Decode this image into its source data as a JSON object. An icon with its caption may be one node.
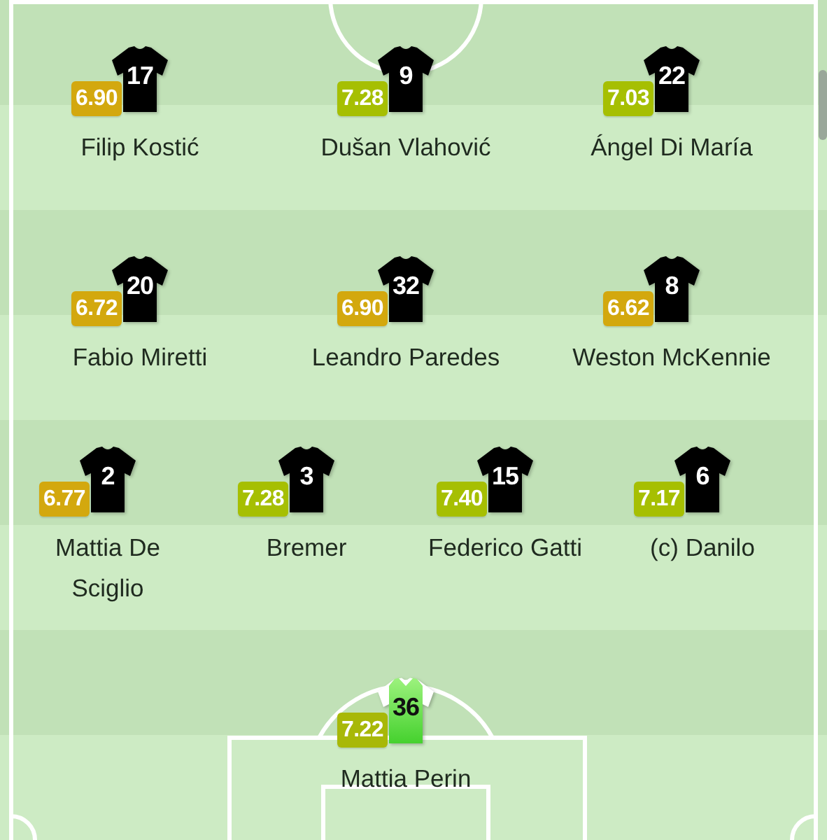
{
  "diagram": {
    "nodes": [
      {
        "text": [
          "17"
        ],
        "beside": [
          "Filip Kostić"
        ]
      },
      {
        "text": [
          "6.90"
        ]
      },
      {
        "text": [
          "9"
        ],
        "beside": [
          "Dušan Vlahović"
        ]
      },
      {
        "text": [
          "7.28"
        ]
      },
      {
        "text": [
          "22"
        ],
        "beside": [
          "Ángel Di María"
        ]
      },
      {
        "text": [
          "7.03"
        ]
      },
      {
        "text": [
          "20"
        ],
        "beside": [
          "Fabio Miretti"
        ]
      },
      {
        "text": [
          "6.72"
        ]
      },
      {
        "text": [
          "32"
        ],
        "beside": [
          "Leandro Paredes"
        ]
      },
      {
        "text": [
          "6.90"
        ]
      },
      {
        "text": [
          "8"
        ],
        "beside": [
          "Weston McKennie"
        ]
      },
      {
        "text": [
          "6.62"
        ]
      },
      {
        "text": [
          "2"
        ],
        "beside": [
          "Mattia De Sciglio"
        ]
      },
      {
        "text": [
          "6.77"
        ]
      },
      {
        "text": [
          "3"
        ],
        "beside": [
          "Bremer"
        ]
      },
      {
        "text": [
          "7.28"
        ]
      },
      {
        "text": [
          "15"
        ],
        "beside": [
          "Federico Gatti"
        ]
      },
      {
        "text": [
          "7.40"
        ]
      },
      {
        "text": [
          "6"
        ],
        "beside": [
          "(c) Danilo"
        ]
      },
      {
        "text": [
          "7.17"
        ]
      },
      {
        "text": [
          "36"
        ],
        "beside": [
          "Mattia Perin"
        ]
      },
      {
        "text": [
          "7.22"
        ]
      }
    ]
  }
}
